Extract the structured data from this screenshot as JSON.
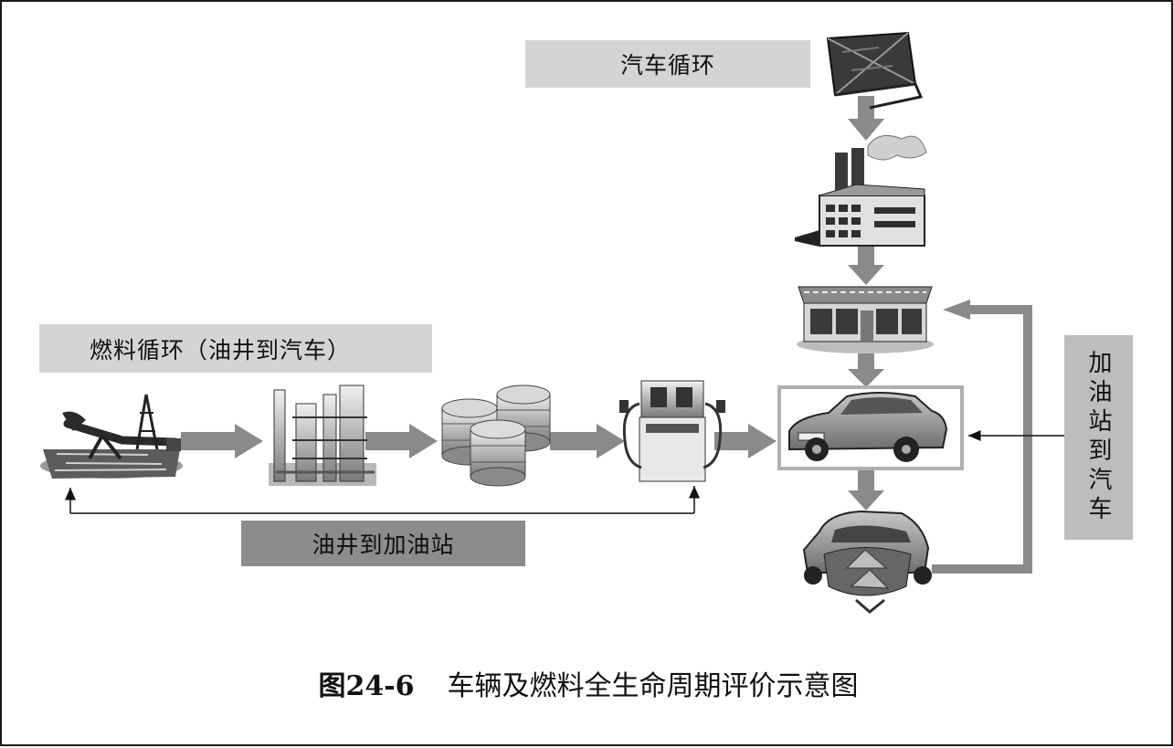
{
  "labels": {
    "car_cycle": "汽车循环",
    "fuel_cycle": "燃料循环（油井到汽车）",
    "well_to_station": "油井到加油站",
    "station_to_car": "加油站到汽车"
  },
  "caption": {
    "figure_number": "图24-6",
    "title": "车辆及燃料全生命周期评价示意图"
  },
  "colors": {
    "arrow": "#8a8a8a",
    "label_light": "#d4d4d4",
    "label_dark": "#8c8c8c",
    "label_mid": "#bdbdbd",
    "car_frame": "#b0b0b0"
  },
  "icons": [
    "oil-well-pump-icon",
    "refinery-icon",
    "fuel-drums-icon",
    "fuel-pump-icon",
    "raw-material-crate-icon",
    "factory-icon",
    "dealership-icon",
    "car-icon",
    "recycled-car-icon"
  ]
}
